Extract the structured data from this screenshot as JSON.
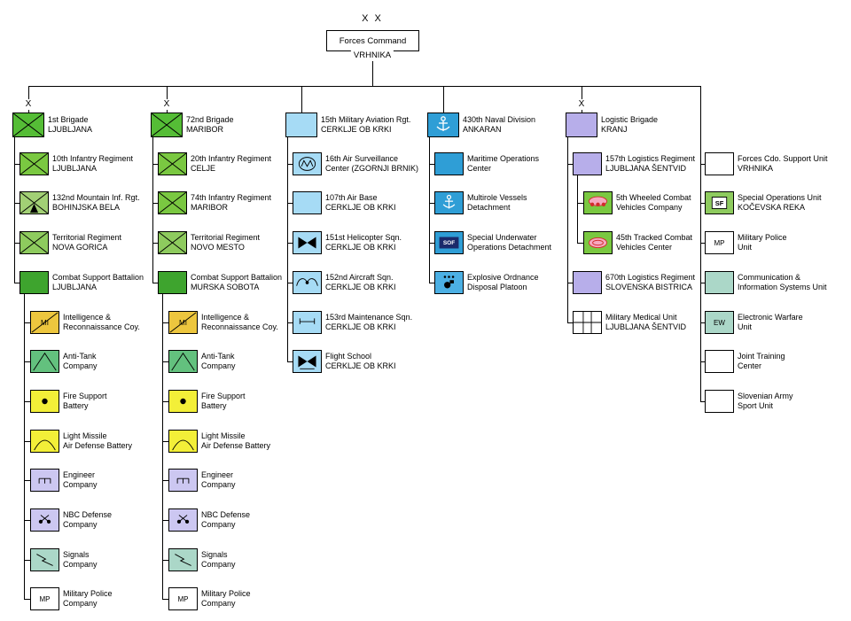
{
  "root": {
    "echelon": "X X",
    "title": "Forces Command",
    "location": "VRHNIKA"
  },
  "colors": {
    "brigade_green": "#55bd36",
    "infantry_green": "#7ac841",
    "mountain_green": "#a2d075",
    "territorial_green": "#8ecb5e",
    "csb_green": "#3ea42e",
    "antitank_green": "#63c17e",
    "amber": "#edc63e",
    "yellow": "#f3ef38",
    "lavender": "#ccc7f1",
    "teal": "#abd7c8",
    "white": "#ffffff",
    "light_blue": "#a6dbf5",
    "navy_blue": "#2f9ed6",
    "eod_blue": "#4cb0e4",
    "logistics_purple": "#b7aeea",
    "vehicle_green": "#7ac841",
    "sf_green": "#8ecb5e",
    "connector": "#000000"
  },
  "columns": [
    {
      "units": [
        {
          "echelon": "X",
          "line1": "1st Brigade",
          "line2": "LJUBLJANA",
          "symbol": "cross",
          "fill": "brigade_green",
          "indent": 0
        },
        {
          "line1": "10th Infantry Regiment",
          "line2": "LJUBLJANA",
          "symbol": "cross",
          "fill": "infantry_green",
          "indent": 1
        },
        {
          "line1": "132nd Mountain Inf. Rgt.",
          "line2": "BOHINJSKA BELA",
          "symbol": "mountain",
          "fill": "mountain_green",
          "indent": 1
        },
        {
          "line1": "Territorial Regiment",
          "line2": "NOVA GORICA",
          "symbol": "cross",
          "fill": "territorial_green",
          "indent": 1
        },
        {
          "line1": "Combat Support Battalion",
          "line2": "LJUBLJANA",
          "symbol": "plain",
          "fill": "csb_green",
          "indent": 1
        },
        {
          "line1": "Intelligence &",
          "line2": "Reconnaissance Coy.",
          "symbol": "recon",
          "symbol_text": "MI",
          "fill": "amber",
          "indent": 2
        },
        {
          "line1": "Anti-Tank",
          "line2": "Company",
          "symbol": "anti_tank",
          "fill": "antitank_green",
          "indent": 2
        },
        {
          "line1": "Fire Support",
          "line2": "Battery",
          "symbol": "artillery",
          "fill": "yellow",
          "indent": 2
        },
        {
          "line1": "Light Missile",
          "line2": "Air Defense Battery",
          "symbol": "air_defense",
          "fill": "yellow",
          "indent": 2
        },
        {
          "line1": "Engineer",
          "line2": "Company",
          "symbol": "engineer",
          "fill": "lavender",
          "indent": 2
        },
        {
          "line1": "NBC Defense",
          "line2": "Company",
          "symbol": "nbc",
          "fill": "lavender",
          "indent": 2
        },
        {
          "line1": "Signals",
          "line2": "Company",
          "symbol": "signals",
          "fill": "teal",
          "indent": 2
        },
        {
          "line1": "Military Police",
          "line2": "Company",
          "symbol": "text",
          "symbol_text": "MP",
          "fill": "white",
          "indent": 2
        }
      ]
    },
    {
      "units": [
        {
          "echelon": "X",
          "line1": "72nd Brigade",
          "line2": "MARIBOR",
          "symbol": "cross",
          "fill": "brigade_green",
          "indent": 0
        },
        {
          "line1": "20th Infantry Regiment",
          "line2": "CELJE",
          "symbol": "cross",
          "fill": "infantry_green",
          "indent": 1
        },
        {
          "line1": "74th Infantry Regiment",
          "line2": "MARIBOR",
          "symbol": "cross",
          "fill": "infantry_green",
          "indent": 1
        },
        {
          "line1": "Territorial Regiment",
          "line2": "NOVO MESTO",
          "symbol": "cross",
          "fill": "territorial_green",
          "indent": 1
        },
        {
          "line1": "Combat Support Battalion",
          "line2": "MURSKA SOBOTA",
          "symbol": "plain",
          "fill": "csb_green",
          "indent": 1
        },
        {
          "line1": "Intelligence &",
          "line2": "Reconnaissance Coy.",
          "symbol": "recon",
          "symbol_text": "MI",
          "fill": "amber",
          "indent": 2
        },
        {
          "line1": "Anti-Tank",
          "line2": "Company",
          "symbol": "anti_tank",
          "fill": "antitank_green",
          "indent": 2
        },
        {
          "line1": "Fire Support",
          "line2": "Battery",
          "symbol": "artillery",
          "fill": "yellow",
          "indent": 2
        },
        {
          "line1": "Light Missile",
          "line2": "Air Defense Battery",
          "symbol": "air_defense",
          "fill": "yellow",
          "indent": 2
        },
        {
          "line1": "Engineer",
          "line2": "Company",
          "symbol": "engineer",
          "fill": "lavender",
          "indent": 2
        },
        {
          "line1": "NBC Defense",
          "line2": "Company",
          "symbol": "nbc",
          "fill": "lavender",
          "indent": 2
        },
        {
          "line1": "Signals",
          "line2": "Company",
          "symbol": "signals",
          "fill": "teal",
          "indent": 2
        },
        {
          "line1": "Military Police",
          "line2": "Company",
          "symbol": "text",
          "symbol_text": "MP",
          "fill": "white",
          "indent": 2
        }
      ]
    },
    {
      "units": [
        {
          "line1": "15th Military Aviation Rgt.",
          "line2": "CERKLJE OB KRKI",
          "symbol": "plain",
          "fill": "light_blue",
          "indent": 0
        },
        {
          "line1": "16th Air Surveillance",
          "line2": "Center (ZGORNJI BRNIK)",
          "symbol": "radar",
          "fill": "light_blue",
          "indent": 1
        },
        {
          "line1": "107th Air Base",
          "line2": "CERKLJE OB KRKI",
          "symbol": "plain",
          "fill": "light_blue",
          "indent": 1
        },
        {
          "line1": "151st Helicopter Sqn.",
          "line2": "CERKLJE OB KRKI",
          "symbol": "rotary",
          "fill": "light_blue",
          "indent": 1
        },
        {
          "line1": "152nd Aircraft Sqn.",
          "line2": "CERKLJE OB KRKI",
          "symbol": "fixed_wing",
          "fill": "light_blue",
          "indent": 1
        },
        {
          "line1": "153rd Maintenance Sqn.",
          "line2": "CERKLJE OB KRKI",
          "symbol": "maintenance",
          "fill": "light_blue",
          "indent": 1
        },
        {
          "line1": "Flight School",
          "line2": "CERKLJE OB KRKI",
          "symbol": "flight_school",
          "fill": "light_blue",
          "indent": 1
        }
      ]
    },
    {
      "units": [
        {
          "line1": "430th Naval Division",
          "line2": "ANKARAN",
          "symbol": "anchor",
          "fill": "navy_blue",
          "indent": 0
        },
        {
          "line1": "Maritime Operations",
          "line2": "Center",
          "symbol": "plain",
          "fill": "navy_blue",
          "indent": 1
        },
        {
          "line1": "Multirole Vessels",
          "line2": "Detachment",
          "symbol": "anchor",
          "fill": "navy_blue",
          "indent": 1
        },
        {
          "line1": "Special Underwater",
          "line2": "Operations Detachment",
          "symbol": "sof",
          "symbol_text": "SOF",
          "fill": "navy_blue",
          "indent": 1
        },
        {
          "line1": "Explosive Ordnance",
          "line2": "Disposal Platoon",
          "symbol": "eod",
          "fill": "eod_blue",
          "indent": 1
        }
      ]
    },
    {
      "units": [
        {
          "echelon": "X",
          "line1": "Logistic Brigade",
          "line2": "KRANJ",
          "symbol": "plain",
          "fill": "logistics_purple",
          "indent": 0
        },
        {
          "line1": "157th Logistics Regiment",
          "line2": "LJUBLJANA ŠENTVID",
          "symbol": "plain",
          "fill": "logistics_purple",
          "indent": 1
        },
        {
          "line1": "5th Wheeled Combat",
          "line2": "Vehicles Company",
          "symbol": "wheeled",
          "fill": "vehicle_green",
          "indent": 2
        },
        {
          "line1": "45th Tracked Combat",
          "line2": "Vehicles Center",
          "symbol": "tracked",
          "fill": "vehicle_green",
          "indent": 2
        },
        {
          "line1": "670th Logistics Regiment",
          "line2": "SLOVENSKA BISTRICA",
          "symbol": "plain",
          "fill": "logistics_purple",
          "indent": 1
        },
        {
          "line1": "Military Medical Unit",
          "line2": "LJUBLJANA ŠENTVID",
          "symbol": "medical",
          "fill": "white",
          "indent": 1
        }
      ]
    },
    {
      "headless": true,
      "units": [
        {
          "line1": "Forces Cdo. Support Unit",
          "line2": "VRHNIKA",
          "symbol": "plain",
          "fill": "white",
          "indent": 1
        },
        {
          "line1": "Special Operations Unit",
          "line2": "KOČEVSKA REKA",
          "symbol": "sf",
          "symbol_text": "SF",
          "fill": "sf_green",
          "indent": 1
        },
        {
          "line1": "Military Police",
          "line2": "Unit",
          "symbol": "text",
          "symbol_text": "MP",
          "fill": "white",
          "indent": 1
        },
        {
          "line1": "Communication &",
          "line2": "Information Systems Unit",
          "symbol": "plain",
          "fill": "teal",
          "indent": 1
        },
        {
          "line1": "Electronic Warfare",
          "line2": "Unit",
          "symbol": "text",
          "symbol_text": "EW",
          "fill": "teal",
          "indent": 1
        },
        {
          "line1": "Joint Training",
          "line2": "Center",
          "symbol": "plain",
          "fill": "white",
          "indent": 1
        },
        {
          "line1": "Slovenian Army",
          "line2": "Sport Unit",
          "symbol": "plain",
          "fill": "white",
          "indent": 1
        }
      ]
    }
  ]
}
